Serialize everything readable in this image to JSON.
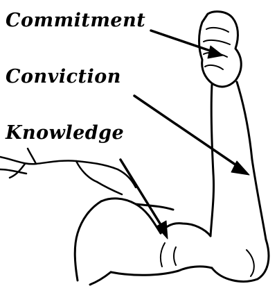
{
  "labels": {
    "commitment": "Commitment",
    "conviction": "Conviction",
    "knowledge": "Knowledge"
  },
  "colors": {
    "ink": "#000000",
    "background": "#ffffff"
  },
  "figure": {
    "subject": "flexed-arm-icon"
  }
}
